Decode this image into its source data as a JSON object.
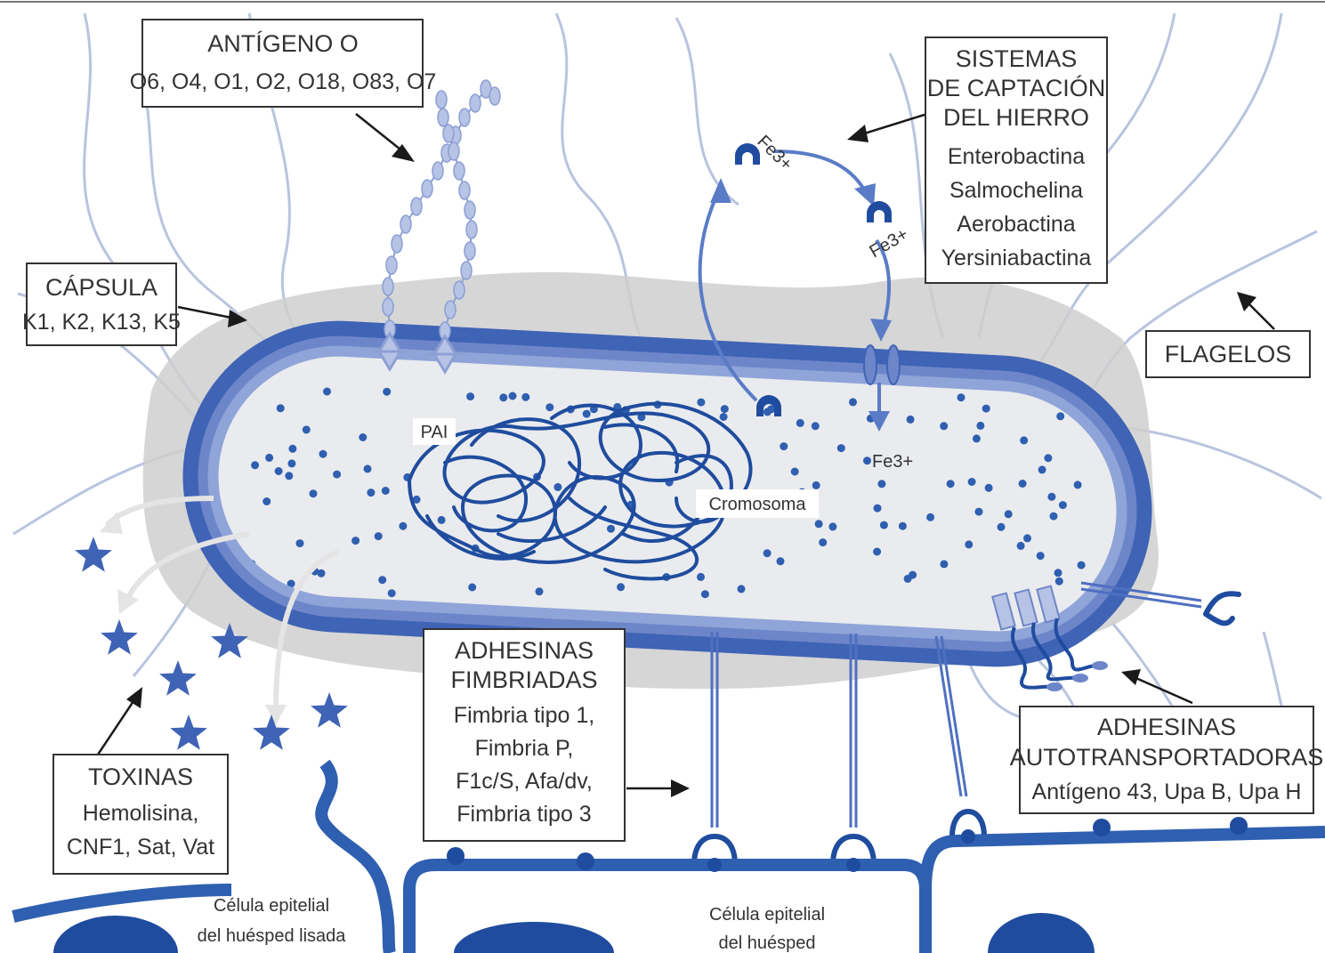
{
  "colors": {
    "membrane": "#3f63b5",
    "membrane_light": "#8fa4d8",
    "cytoplasm": "#e9ebee",
    "capsule": "#c8c8c8",
    "flagella": "#b9c4df",
    "dark_blue": "#1f4c9e",
    "epithelium": "#2f5fb0",
    "toxin_arrows": "#e4e4e4",
    "text": "#333333"
  },
  "labels": {
    "antigeno_o": {
      "title": "ANTÍGENO O",
      "items": [
        "O6, O4, O1, O2, O18, O83, O7"
      ]
    },
    "capsula": {
      "title": "CÁPSULA",
      "items": [
        "K1, K2, K13, K5"
      ]
    },
    "hierro": {
      "title_lines": [
        "SISTEMAS",
        "DE CAPTACIÓN",
        "DEL HIERRO"
      ],
      "items": [
        "Enterobactina",
        "Salmochelina",
        "Aerobactina",
        "Yersiniabactina"
      ]
    },
    "flagelos": {
      "title": "FLAGELOS"
    },
    "toxinas": {
      "title": "TOXINAS",
      "items": [
        "Hemolisina,",
        "CNF1, Sat, Vat"
      ]
    },
    "fimbriadas": {
      "title_lines": [
        "ADHESINAS",
        "FIMBRIADAS"
      ],
      "items": [
        "Fimbria tipo 1,",
        "Fimbria P,",
        "F1c/S, Afa/dv,",
        "Fimbria tipo 3"
      ]
    },
    "autotransportadoras": {
      "title_lines": [
        "ADHESINAS",
        "AUTOTRANSPORTADORAS"
      ],
      "items": [
        "Antígeno 43, Upa B, Upa H"
      ]
    },
    "pai": "PAI",
    "cromosoma": "Cromosoma",
    "fe_top": "Fe3+",
    "fe_right": "Fe3+",
    "fe_inside": "Fe3+",
    "celula_lisada": [
      "Célula epitelial",
      "del huésped lisada"
    ],
    "celula_huesped": [
      "Célula epitelial",
      "del huésped"
    ]
  },
  "icons": [
    "o-antigen-chain-icon",
    "siderophore-icon",
    "toxin-star-icon",
    "adhesin-receptor-icon",
    "porin-icon"
  ]
}
